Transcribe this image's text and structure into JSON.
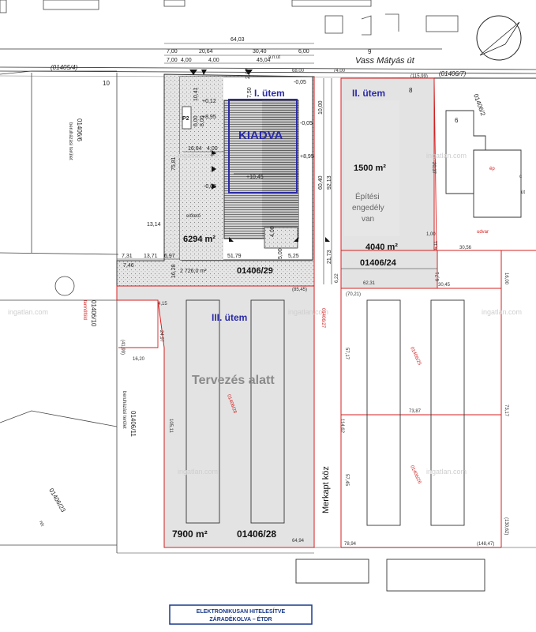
{
  "plan": {
    "street": "Vass Mátyás út",
    "lane": "Merkapt köz",
    "parcel_left_top": "(01405/4)",
    "parcel_right_top": "(01406/7)",
    "lot_10": "10",
    "lot_9": "9",
    "lot_8": "8",
    "lot_6": "6",
    "p2": "P2",
    "front_dims": [
      "7,00",
      "20,64",
      "30,40",
      "6,00"
    ],
    "front_total": "64,03",
    "front_dims2": [
      "7,00",
      "4,00",
      "4,00",
      "45,04"
    ],
    "axis_mark": "a.n.út",
    "stage1": {
      "title": "I. ütem",
      "status": "KIADVA",
      "area": "6294 m²",
      "parcel": "01406/29",
      "sub_area": "2 726,0 m²",
      "levels": [
        "+0,12",
        "+8,95",
        "-0,05",
        "+8,95",
        "+10,45",
        "-0,05",
        "-0,05"
      ],
      "dims": [
        "10,41",
        "6,00",
        "8,00",
        "16,64",
        "4,00",
        "4,00",
        "75,81",
        "51,79",
        "5,25",
        "6,97",
        "13,71",
        "7,31",
        "7,46",
        "16,28",
        "13,14",
        "4,00",
        "5,00",
        "2,07",
        "7,50"
      ],
      "note": "előtető"
    },
    "stage2": {
      "title": "II. ütem",
      "area": "1500 m²",
      "permit_line1": "Építési",
      "permit_line2": "engedély",
      "permit_line3": "van",
      "parcel_area": "4040 m²",
      "parcel": "01406/24",
      "dims": [
        "10,00",
        "60,40",
        "92,13",
        "21,73",
        "6,22",
        "62,31",
        "1,00",
        "6,11",
        "30,56",
        "6,71",
        "30,45",
        "20,37",
        "(115,99)",
        "68,00",
        "74,00"
      ]
    },
    "stage3": {
      "title": "III. ütem",
      "status": "Tervezés alatt",
      "area": "7900 m²",
      "parcel": "01406/28",
      "parcel_red": "01406/28",
      "dims": [
        "4,15",
        "24,97",
        "(41,99)",
        "16,20",
        "105,11",
        "64,94",
        "(85,45)",
        "114,62"
      ]
    },
    "parcels": {
      "p01406_6": "01406/6",
      "p01406_6_note": "beruházási terület",
      "p01406_10": "01406/10",
      "p01406_10_note": "termőföld",
      "p01406_11": "01406/11",
      "p01406_11_note": "beruházási terület",
      "p01406_23": "01406/23",
      "p01406_23_note": "rét",
      "p01406_2": "01406/2",
      "p01406_25": "01406/25",
      "p01406_26": "01406/26",
      "p01406_27": "01406/27",
      "right_dims": [
        "(70,21)",
        "57,17",
        "73,87",
        "57,45",
        "78,94",
        "(148,47)",
        "(130,62)",
        "16,00",
        "73,17"
      ],
      "right_notes": [
        "c",
        "út",
        "udvar",
        "ép"
      ]
    },
    "watermark": "ingatlan.com",
    "stamp_line1": "ELEKTRONIKUSAN HITELESÍTVE",
    "stamp_line2": "ZÁRADÉKOLVA – ÉTDR"
  }
}
